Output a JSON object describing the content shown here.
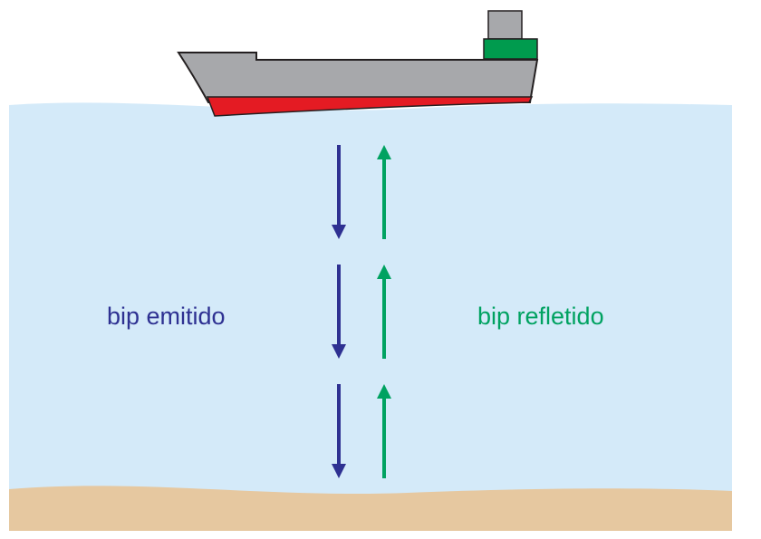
{
  "diagram": {
    "emitted_label": "bip emitido",
    "reflected_label": "bip refletido"
  },
  "colors": {
    "water": "#d4eaf9",
    "seabed": "#e6c8a0",
    "hull_gray": "#a7a8ab",
    "hull_bottom_red": "#e41b23",
    "bridge_green": "#009b4e",
    "funnel_gray": "#a7a8ab",
    "outline": "#231f20",
    "emitted_arrow": "#2e3192",
    "reflected_arrow": "#00a261"
  },
  "pulses": {
    "emitted_count": 3,
    "reflected_count": 3
  }
}
